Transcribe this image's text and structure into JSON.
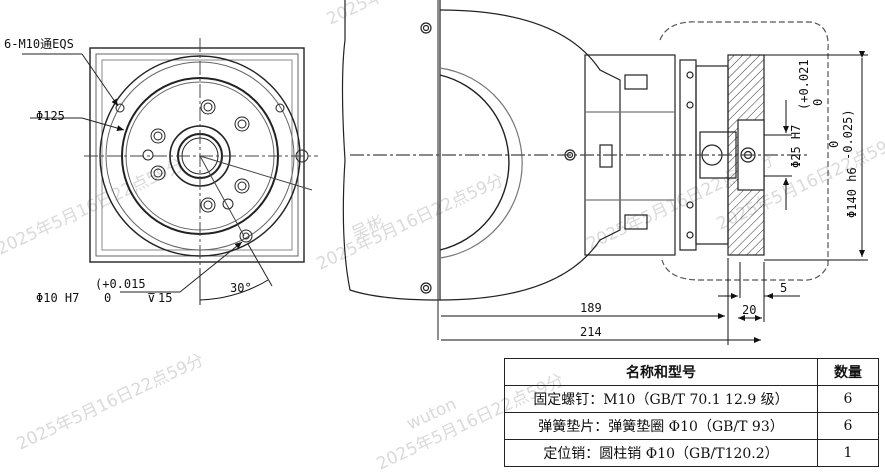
{
  "labels": {
    "thread": "6-M10通EQS",
    "dia125": "Φ125",
    "pin_hole": "Φ10 H7",
    "pin_tol_up": "(+0.015",
    "pin_tol_low": "0",
    "depth_sym": "⊽",
    "depth": "15",
    "angle": "30°",
    "dim_189": "189",
    "dim_214": "214",
    "dim_20": "20",
    "dim_5": "5",
    "dia25": "Φ25 H7",
    "dia25_tol_up": "(+0.021",
    "dia25_tol_low": "0",
    "dia140": "Φ140 h6",
    "dia140_tol_up": "0",
    "dia140_tol_low": "-0.025)"
  },
  "table": {
    "header_name": "名称和型号",
    "header_qty": "数量",
    "rows": [
      {
        "name": "固定螺钉：M10（GB/T 70.1 12.9 级）",
        "qty": "6"
      },
      {
        "name": "弹簧垫片：弹簧垫圈 Φ10（GB/T 93）",
        "qty": "6"
      },
      {
        "name": "定位销：圆柱销 Φ10（GB/T120.2）",
        "qty": "1"
      }
    ]
  },
  "watermark": {
    "text_date": "2025年5月16日22点59分",
    "text_name": "吴彬",
    "text_user": "wuton"
  }
}
